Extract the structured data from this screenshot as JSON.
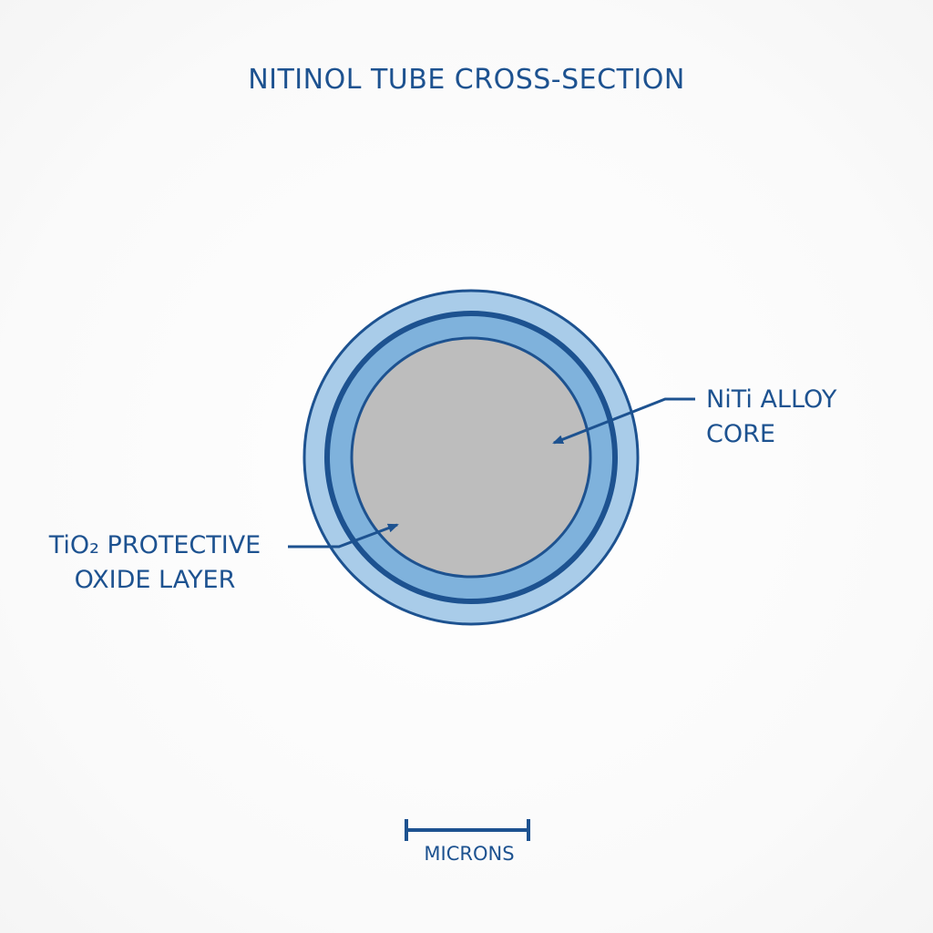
{
  "title": "NITINOL TUBE CROSS-SECTION",
  "labels": {
    "core": {
      "line1": "NiTi ALLOY",
      "line2": "CORE"
    },
    "oxide": {
      "line1": "TiO₂ PROTECTIVE",
      "line2": "OXIDE LAYER"
    }
  },
  "scale_bar": {
    "label": "MICRONS"
  },
  "colors": {
    "outer_ring": "#a9cce9",
    "middle_ring": "#7fb2dc",
    "core": "#bdbdbd",
    "stroke": "#1d5290"
  }
}
